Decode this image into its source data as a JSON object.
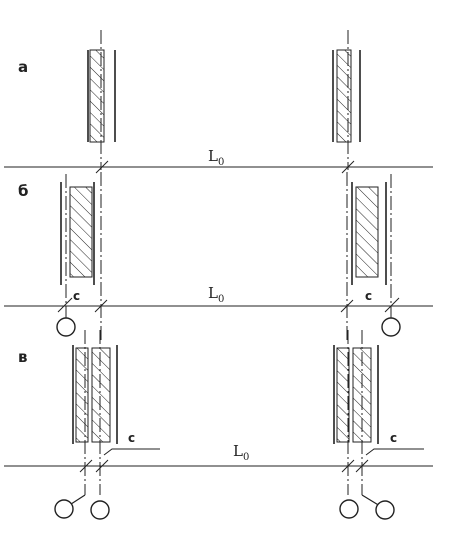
{
  "panels": [
    {
      "label": "а",
      "dimension": "L",
      "dimension_sub": "0"
    },
    {
      "label": "б",
      "dimension": "L",
      "dimension_sub": "0",
      "clearance_left": "с",
      "clearance_right": "с"
    },
    {
      "label": "в",
      "dimension": "L",
      "dimension_sub": "0",
      "clearance_left": "с",
      "clearance_right": "с"
    }
  ],
  "colors": {
    "ink": "#222222",
    "background": "#ffffff"
  }
}
